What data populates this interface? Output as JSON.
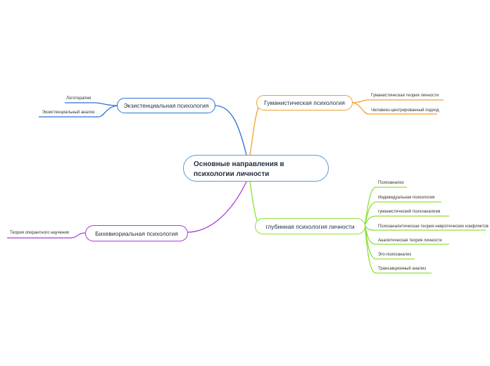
{
  "central": {
    "title": "Основные направления в психологии личности"
  },
  "branches": {
    "existential": {
      "label": "Экзистенциальная психология",
      "color": "#2e6fd6",
      "leaves": [
        "Логотерапия",
        "Экзистенциальный анализ"
      ]
    },
    "humanistic": {
      "label": "Гуманистическая психология",
      "color": "#f0a030",
      "leaves": [
        "Гуманистическая теория личности",
        "Человеко-центрированный подход"
      ]
    },
    "behavioral": {
      "label": "Бихевиориальная психология",
      "color": "#a440d8",
      "leaves": [
        "Теория оперантного научения"
      ]
    },
    "depth": {
      "label": "глубинная психология личности",
      "color": "#8ee03a",
      "leaves": [
        "Психоанализ",
        "Индивидуальная психология",
        "гуманистический психоанализм",
        "Психоаналитическая теория невротических конфликтов",
        "Аналитическая теория личности",
        "Эго-психоанализ",
        "Трансакционный анализ"
      ]
    }
  }
}
